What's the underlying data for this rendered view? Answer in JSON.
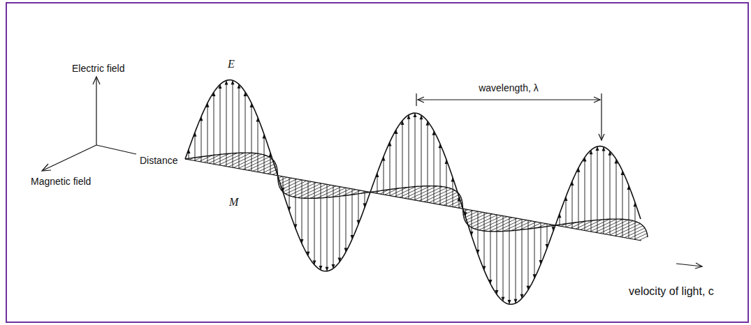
{
  "diagram": {
    "labels": [
      "Electric field",
      "E",
      "wavelength, λ",
      "Distance",
      "Magnetic field",
      "M",
      "velocity of light, c"
    ]
  }
}
